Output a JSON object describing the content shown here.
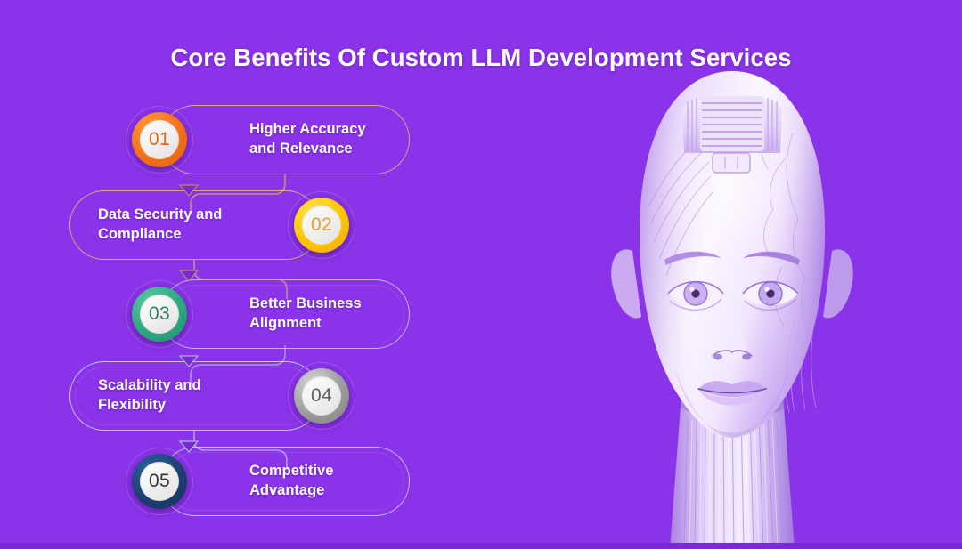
{
  "page": {
    "title": "Core Benefits Of Custom LLM Development Services",
    "background_color": "#8A33E8"
  },
  "steps": [
    {
      "number": "01",
      "label": "Higher Accuracy\nand Relevance",
      "side": "badge-left",
      "badge_color": "#F4711A",
      "badge_color_light": "#FF9A3C",
      "number_color": "#E2691C",
      "pill_border_color": "#E0A282"
    },
    {
      "number": "02",
      "label": "Data Security and\nCompliance",
      "side": "badge-right",
      "badge_color": "#FFC400",
      "badge_color_light": "#FFE14D",
      "number_color": "#E6A02A",
      "pill_border_color": "#D8A97A"
    },
    {
      "number": "03",
      "label": "Better Business\nAlignment",
      "side": "badge-left",
      "badge_color": "#2FA882",
      "badge_color_light": "#5CC8A4",
      "number_color": "#2E7E63",
      "pill_border_color": "#C5B6F2"
    },
    {
      "number": "04",
      "label": "Scalability and\nFlexibility",
      "side": "badge-right",
      "badge_color": "#9C9C9C",
      "badge_color_light": "#CFCFCF",
      "number_color": "#5E5E5E",
      "pill_border_color": "#BFC8F0"
    },
    {
      "number": "05",
      "label": "Competitive\nAdvantage",
      "side": "badge-left",
      "badge_color": "#1D3F72",
      "badge_color_light": "#2C639E",
      "number_color": "#32343A",
      "pill_border_color": "#C6BCEE"
    }
  ],
  "connectors": {
    "icon": "chevron-down-icon",
    "count": 4,
    "colors": [
      "#D99A6C",
      "#C6A17E",
      "#B9B4E6",
      "#BCC4EC"
    ]
  },
  "artwork": {
    "name": "android-robot-female-head",
    "description": "Humanoid android head with mechanical crown panel and fiber-optic neck strands",
    "tint": "#FFFFFF"
  }
}
